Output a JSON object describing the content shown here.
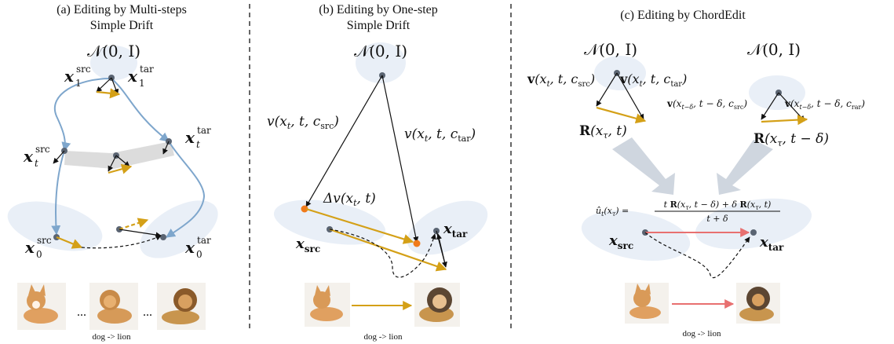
{
  "panels": {
    "a": {
      "title_line1": "(a) Editing by Multi-steps",
      "title_line2": "Simple Drift",
      "noise": "𝒩(0, I)",
      "x1_src": "x",
      "x1_src_sup": "src",
      "x1_src_sub": "1",
      "x1_tar": "x",
      "x1_tar_sup": "tar",
      "x1_tar_sub": "1",
      "xt_src": "x",
      "xt_src_sup": "src",
      "xt_src_sub": "t",
      "xt_tar": "x",
      "xt_tar_sup": "tar",
      "xt_tar_sub": "t",
      "x0_src": "x",
      "x0_src_sup": "src",
      "x0_src_sub": "0",
      "x0_tar": "x",
      "x0_tar_sup": "tar",
      "x0_tar_sub": "0",
      "ellipsis1": "...",
      "ellipsis2": "...",
      "caption": "dog -> lion"
    },
    "b": {
      "title_line1": "(b) Editing by One-step",
      "title_line2": "Simple Drift",
      "noise": "𝒩(0, I)",
      "v_src": "v(x_t, t, c_src)",
      "v_tar": "v(x_t, t, c_tar)",
      "delta_v": "Δv(x_t, t)",
      "x_src": "x_src",
      "x_tar": "x_tar",
      "caption": "dog -> lion"
    },
    "c": {
      "title": "(c) Editing by ChordEdit",
      "noise_left": "𝒩(0, I)",
      "noise_right": "𝒩(0, I)",
      "v_src": "v(x_t, t, c_src)",
      "v_tar": "v(x_t, t, c_tar)",
      "R_t": "R(x_τ, t)",
      "v_src_delta": "v(x_{t−δ}, t − δ, c_src)",
      "v_tar_delta": "v(x_{t−δ}, t − δ, c_rar)",
      "R_t_delta": "R(x_τ, t − δ)",
      "formula_lhs": "û_t(x_τ) =",
      "formula_num": "t R(x_τ, t − δ) + δ R(x_τ, t)",
      "formula_den": "t + δ",
      "x_src": "x_src",
      "x_tar": "x_tar",
      "caption": "dog -> lion"
    }
  },
  "colors": {
    "blue_path": "#7ea6cc",
    "gold_arrow": "#d4a017",
    "red_arrow": "#e87070",
    "ellipse": "#e9eff7",
    "gray_band": "#dcdcdc",
    "big_arrow": "#cfd6df",
    "node": "#5a6472",
    "orange_node": "#f07a1a"
  },
  "icons": [
    "dog-image",
    "dog-lion-image",
    "lion-image"
  ]
}
